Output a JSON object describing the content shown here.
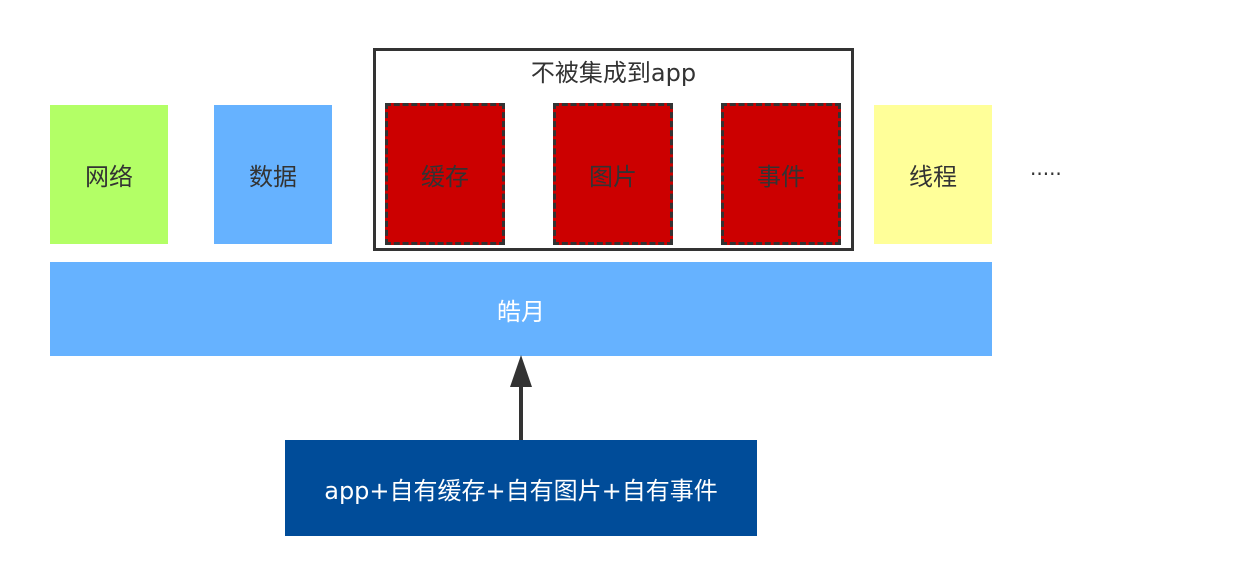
{
  "diagram": {
    "modules": [
      {
        "label": "网络",
        "color": "#b3ff66"
      },
      {
        "label": "数据",
        "color": "#66b2ff"
      },
      {
        "label": "线程",
        "color": "#ffff99"
      }
    ],
    "excluded_group": {
      "title": "不被集成到app",
      "items": [
        {
          "label": "缓存",
          "color": "#cc0000"
        },
        {
          "label": "图片",
          "color": "#cc0000"
        },
        {
          "label": "事件",
          "color": "#cc0000"
        }
      ]
    },
    "more_label": "·····",
    "platform": {
      "label": "皓月",
      "color": "#66b2ff"
    },
    "app_box": {
      "label": "app+自有缓存+自有图片+自有事件",
      "color": "#004c99"
    },
    "arrow_color": "#333333"
  }
}
